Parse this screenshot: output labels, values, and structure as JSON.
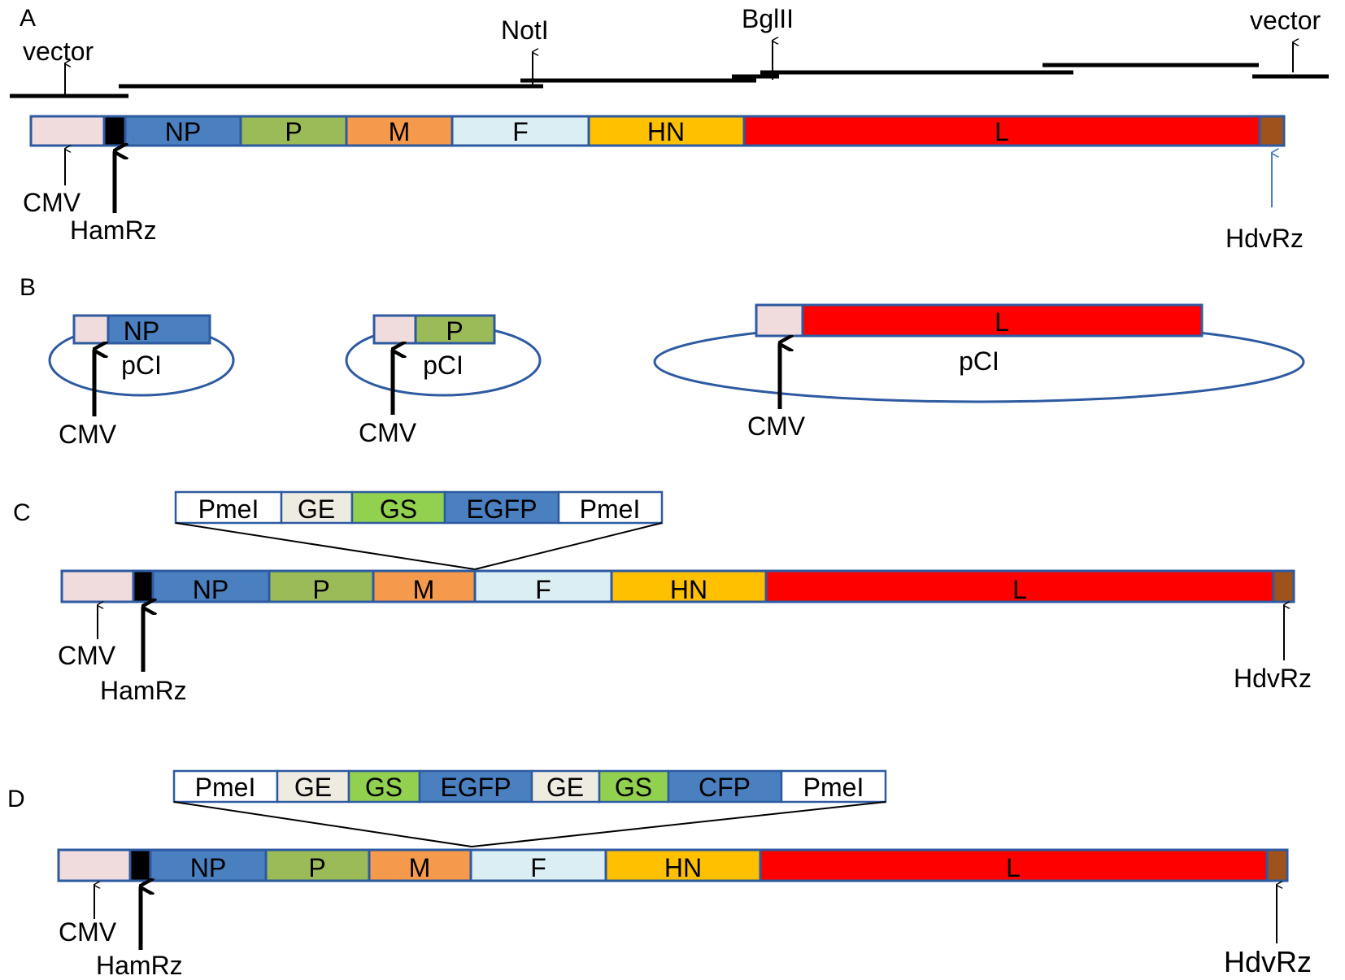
{
  "colors": {
    "cmv": "#f0dcdc",
    "hamrz": "#000000",
    "np": "#4a7fc0",
    "p": "#9bbb59",
    "m": "#f59a4c",
    "f": "#dbeef4",
    "hn": "#ffc000",
    "l": "#ff0000",
    "hdvrz": "#a0521c",
    "ge": "#eeece1",
    "gs": "#92d050",
    "egfp": "#4a7fc0",
    "cfp": "#4a7fc0",
    "pmei": "#ffffff",
    "outline": "#2e5aa0",
    "plasmid": "#2e5aa0"
  },
  "panel_a": {
    "label": "A",
    "vector_left": "vector",
    "notl": "NotI",
    "bglll": "BglII",
    "vector_right": "vector",
    "cmv": "CMV",
    "hamrz": "HamRz",
    "hdvrz": "HdvRz",
    "genes": [
      "NP",
      "P",
      "M",
      "F",
      "HN",
      "L"
    ]
  },
  "panel_b": {
    "label": "B",
    "plasmids": [
      {
        "gene": "NP",
        "vector": "pCI",
        "promoter": "CMV"
      },
      {
        "gene": "P",
        "vector": "pCI",
        "promoter": "CMV"
      },
      {
        "gene": "L",
        "vector": "pCI",
        "promoter": "CMV"
      }
    ]
  },
  "panel_c": {
    "label": "C",
    "insert": [
      "PmeI",
      "GE",
      "GS",
      "EGFP",
      "PmeI"
    ],
    "cmv": "CMV",
    "hamrz": "HamRz",
    "hdvrz": "HdvRz",
    "genes": [
      "NP",
      "P",
      "M",
      "F",
      "HN",
      "L"
    ]
  },
  "panel_d": {
    "label": "D",
    "insert": [
      "PmeI",
      "GE",
      "GS",
      "EGFP",
      "GE",
      "GS",
      "CFP",
      "PmeI"
    ],
    "cmv": "CMV",
    "hamrz": "HamRz",
    "hdvrz": "HdvRz",
    "genes": [
      "NP",
      "P",
      "M",
      "F",
      "HN",
      "L"
    ]
  }
}
